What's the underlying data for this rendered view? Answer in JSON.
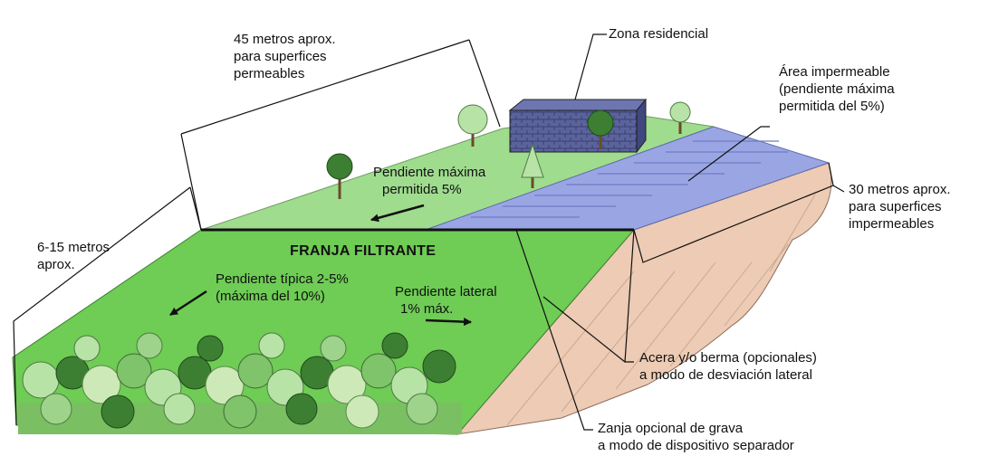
{
  "labels": {
    "width_permeable": [
      "45 metros aprox.",
      "para superfices",
      "permeables"
    ],
    "zona_residencial": "Zona residencial",
    "area_impermeable": [
      "Área impermeable",
      "(pendiente máxima",
      "permitida del 5%)"
    ],
    "pendiente_maxima": [
      "Pendiente máxima",
      "permitida 5%"
    ],
    "width_impermeable": [
      "30 metros aprox.",
      "para superfices",
      "impermeables"
    ],
    "strip_width": [
      "6-15 metros",
      "aprox."
    ],
    "franja_title": "FRANJA FILTRANTE",
    "pendiente_tipica": [
      "Pendiente típica 2-5%",
      "(máxima del 10%)"
    ],
    "pendiente_lateral": [
      "Pendiente lateral",
      "1% máx."
    ],
    "acera_berma": [
      "Acera y/o berma (opcionales)",
      "a modo de desviación lateral"
    ],
    "zanja": [
      "Zanja opcional de grava",
      "a modo de dispositivo separador"
    ]
  },
  "colors": {
    "filter_strip_green": "#6fcc55",
    "upper_green": "#9fdc8e",
    "impermeable_area": "#9aa6e4",
    "soil_side": "#edcbb4",
    "building": "#4c5590"
  }
}
